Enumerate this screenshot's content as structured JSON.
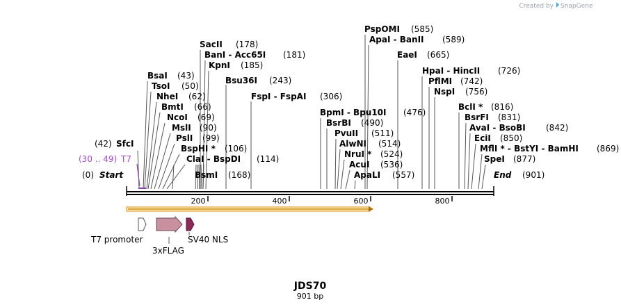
{
  "branding": {
    "created_by": "Created by",
    "product": "SnapGene"
  },
  "map": {
    "name": "JDS70",
    "length_label": "901 bp",
    "start_label": "Start",
    "start_pos": "(0)",
    "end_label": "End",
    "end_pos": "(901)",
    "ticks": [
      "200",
      "400",
      "600",
      "800"
    ]
  },
  "primer": {
    "range": "(30 .. 49)",
    "name": "T7"
  },
  "sites": [
    {
      "enz": "SfcI",
      "pos": "(42)",
      "side": "left"
    },
    {
      "enz": "BsaI",
      "pos": "(43)"
    },
    {
      "enz": "TsoI",
      "pos": "(50)"
    },
    {
      "enz": "NheI",
      "pos": "(62)"
    },
    {
      "enz": "BmtI",
      "pos": "(66)"
    },
    {
      "enz": "NcoI",
      "pos": "(69)"
    },
    {
      "enz": "MslI",
      "pos": "(90)"
    },
    {
      "enz": "PslI",
      "pos": "(99)"
    },
    {
      "enz": "BspHI *",
      "pos": "(106)"
    },
    {
      "enz": "ClaI  -  BspDI",
      "pos": "(114)"
    },
    {
      "enz": "BsmI",
      "pos": "(168)"
    },
    {
      "enz": "SacII",
      "pos": "(178)"
    },
    {
      "enz": "BanI  -  Acc65I",
      "pos": "(181)"
    },
    {
      "enz": "KpnI",
      "pos": "(185)"
    },
    {
      "enz": "Bsu36I",
      "pos": "(243)"
    },
    {
      "enz": "FspI  -  FspAI",
      "pos": "(306)"
    },
    {
      "enz": "BpmI  -  Bpu10I",
      "pos": "(476)"
    },
    {
      "enz": "BsrBI",
      "pos": "(490)"
    },
    {
      "enz": "PvuII",
      "pos": "(511)"
    },
    {
      "enz": "AlwNI",
      "pos": "(514)"
    },
    {
      "enz": "NruI *",
      "pos": "(524)"
    },
    {
      "enz": "AcuI",
      "pos": "(536)"
    },
    {
      "enz": "ApaLI",
      "pos": "(557)"
    },
    {
      "enz": "PspOMI",
      "pos": "(585)"
    },
    {
      "enz": "ApaI  -  BanII",
      "pos": "(589)"
    },
    {
      "enz": "EaeI",
      "pos": "(665)"
    },
    {
      "enz": "HpaI  -  HincII",
      "pos": "(726)"
    },
    {
      "enz": "PflMI",
      "pos": "(742)"
    },
    {
      "enz": "NspI",
      "pos": "(756)"
    },
    {
      "enz": "BclI *",
      "pos": "(816)"
    },
    {
      "enz": "BsrFI",
      "pos": "(831)"
    },
    {
      "enz": "AvaI  -  BsoBI",
      "pos": "(842)"
    },
    {
      "enz": "EciI",
      "pos": "(850)"
    },
    {
      "enz": "MflI *  -  BstYI  -  BamHI",
      "pos": "(869)"
    },
    {
      "enz": "SpeI",
      "pos": "(877)"
    }
  ],
  "features": [
    {
      "name": "T7 promoter",
      "color": "#ffffff"
    },
    {
      "name": "3xFLAG",
      "color": "#c9909f"
    },
    {
      "name": "SV40 NLS",
      "color": "#8e2a55"
    }
  ],
  "orf_color": "#f5a623"
}
